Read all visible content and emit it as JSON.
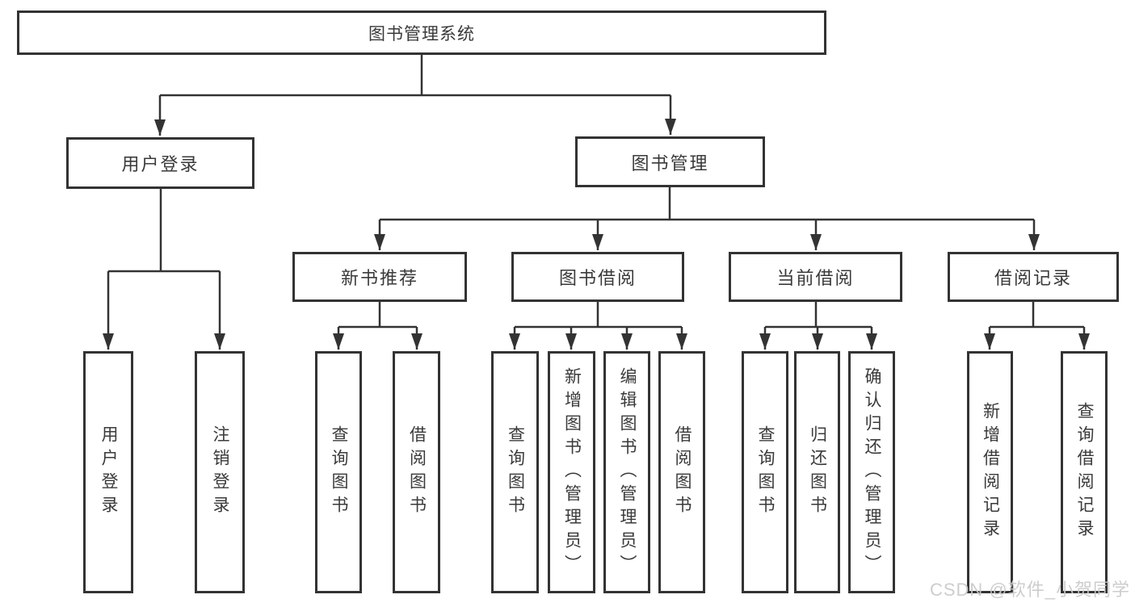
{
  "diagram": {
    "root_label": "图书管理系统",
    "branches": {
      "user_login": {
        "label": "用户登录",
        "children": [
          "用户登录",
          "注销登录"
        ]
      },
      "book_mgmt": {
        "label": "图书管理",
        "sections": [
          {
            "label": "新书推荐",
            "children": [
              "查询图书",
              "借阅图书"
            ]
          },
          {
            "label": "图书借阅",
            "children": [
              "查询图书",
              "新增图书（管理员）",
              "编辑图书（管理员）",
              "借阅图书"
            ]
          },
          {
            "label": "当前借阅",
            "children": [
              "查询图书",
              "归还图书",
              "确认归还（管理员）"
            ]
          },
          {
            "label": "借阅记录",
            "children": [
              "新增借阅记录",
              "查询借阅记录"
            ]
          }
        ]
      }
    }
  },
  "watermark": "CSDN @软件_小贺同学",
  "colors": {
    "line": "#333333",
    "border": "#333333",
    "text": "#3a3a3a",
    "watermark": "#c9c9c9",
    "background": "#ffffff"
  }
}
